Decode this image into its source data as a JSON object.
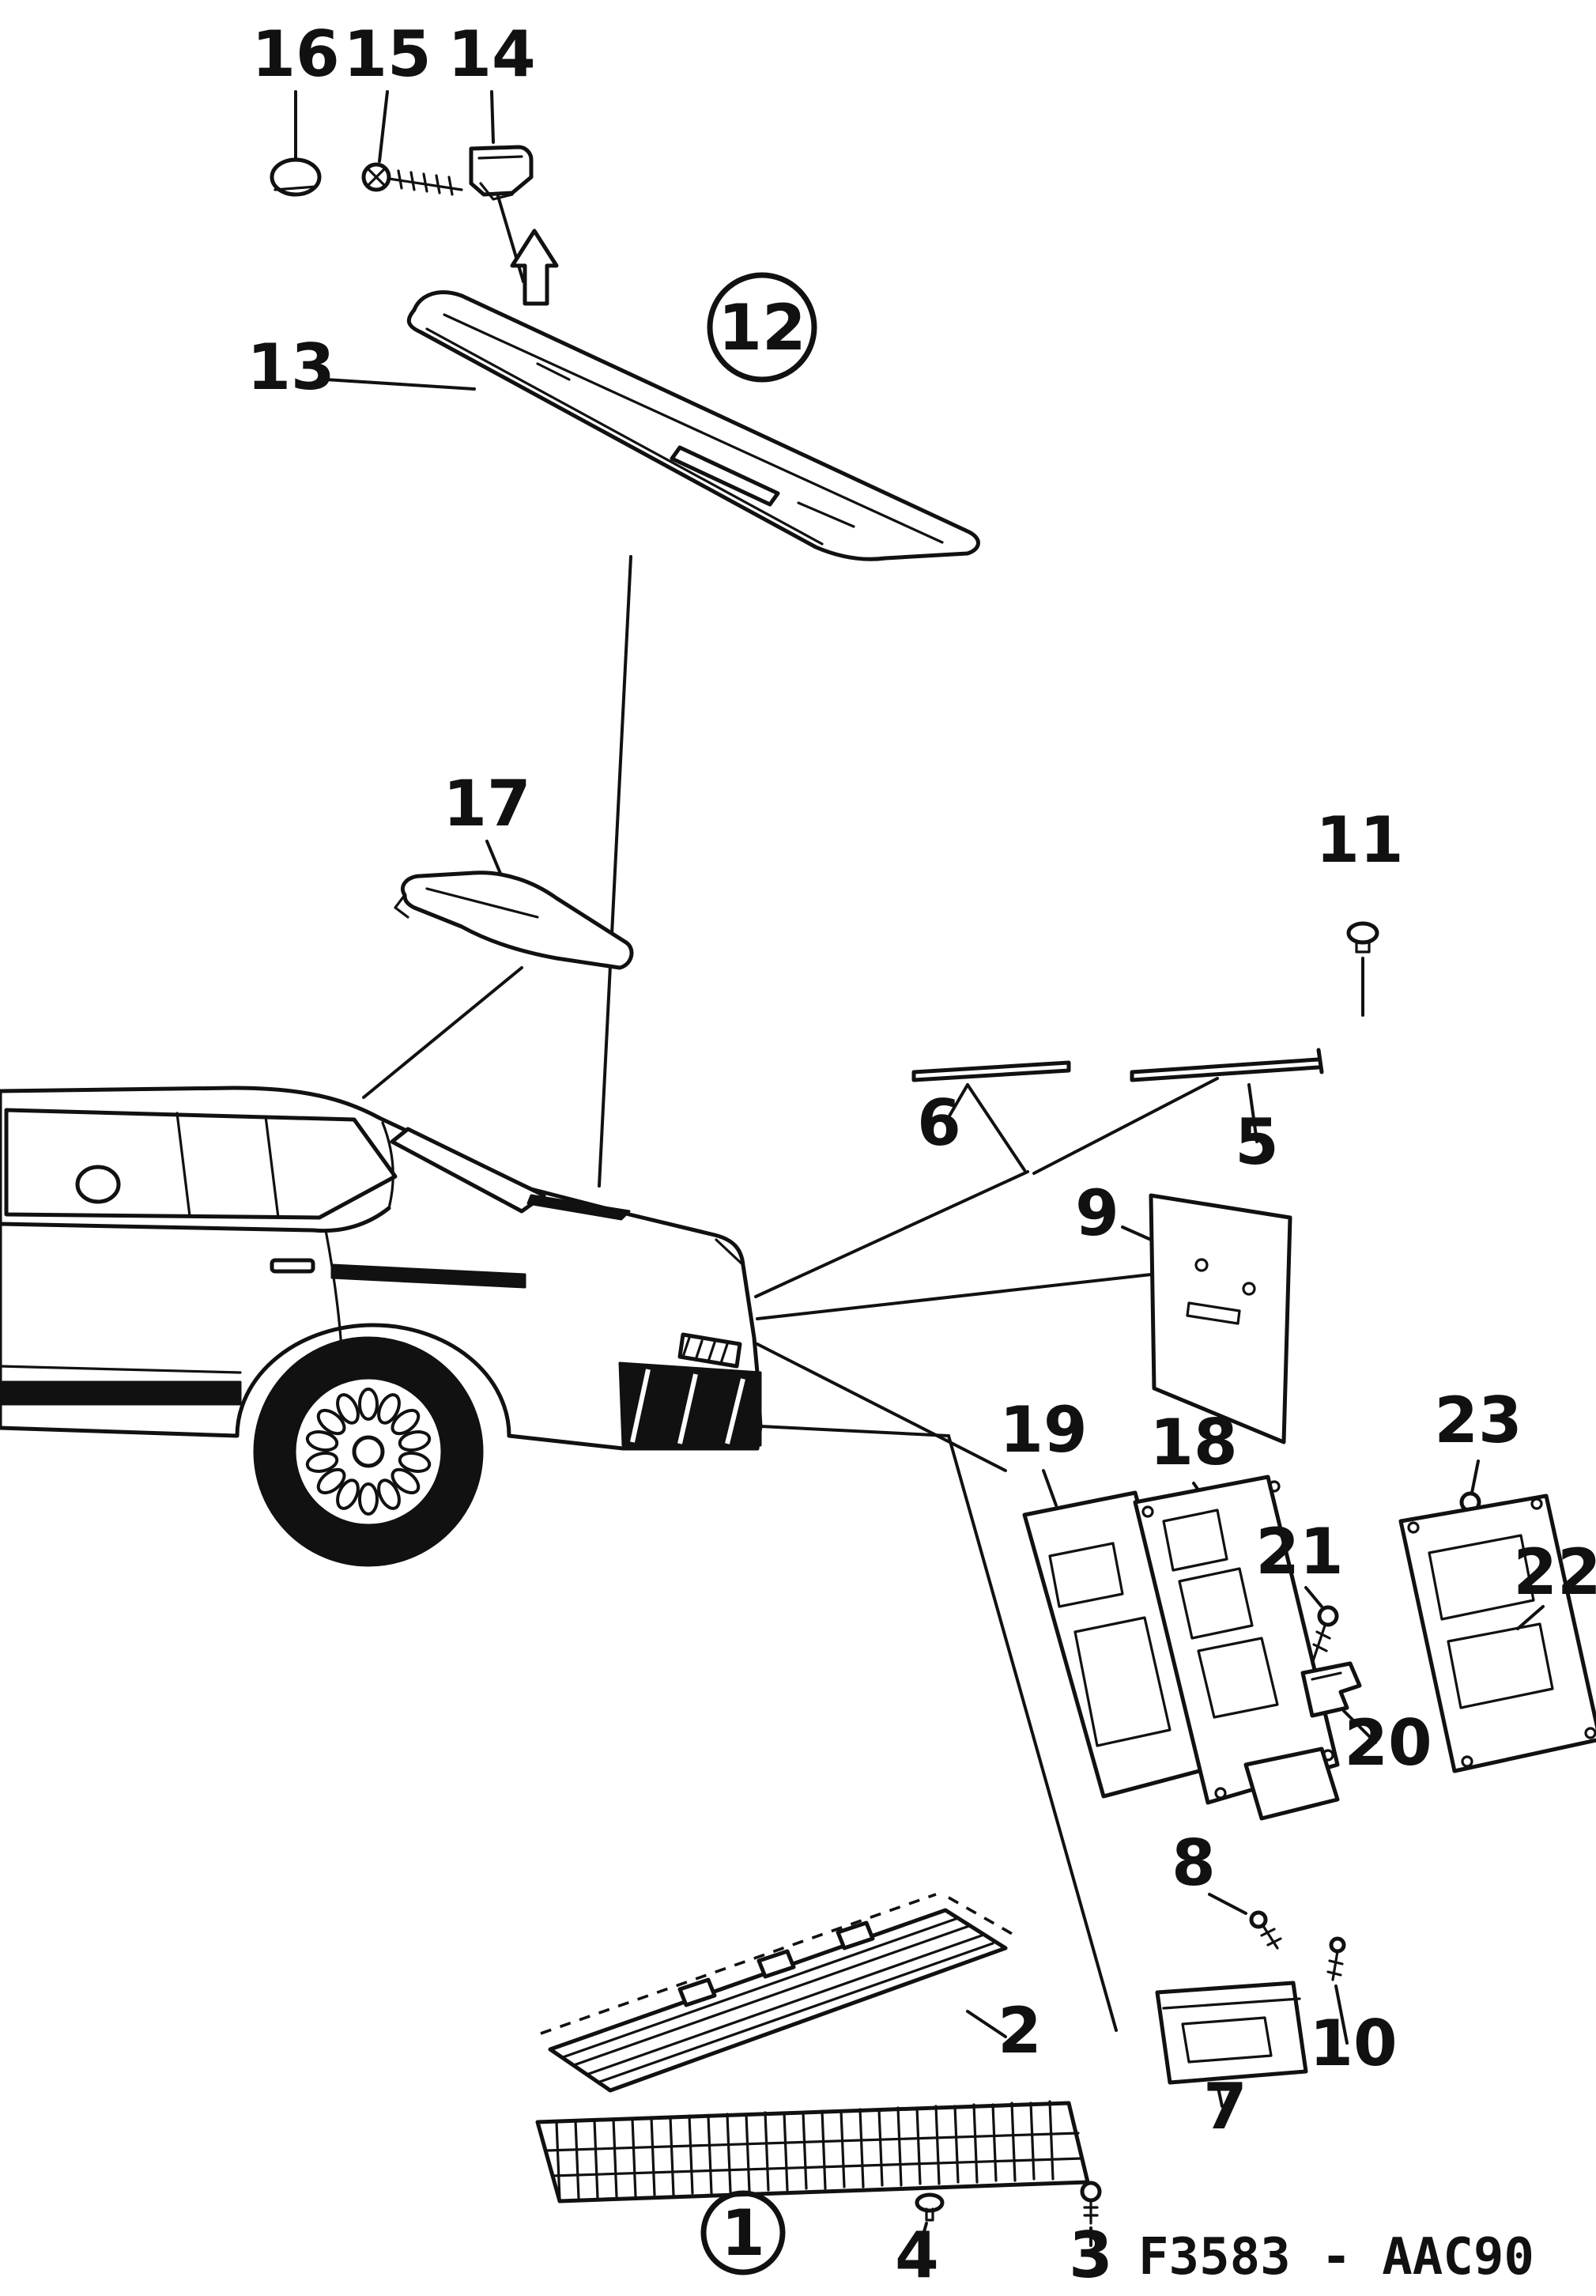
{
  "figure": {
    "code": "F3583 - AAC90"
  },
  "colors": {
    "ink": "#111111",
    "paper": "#ffffff"
  },
  "callouts": {
    "n1": "1",
    "n2": "2",
    "n3": "3",
    "n4": "4",
    "n5": "5",
    "n6": "6",
    "n7": "7",
    "n8": "8",
    "n9": "9",
    "n10": "10",
    "n11": "11",
    "n12": "12",
    "n13": "13",
    "n14": "14",
    "n15": "15",
    "n16": "16",
    "n17": "17",
    "n18": "18",
    "n19": "19",
    "n20": "20",
    "n21": "21",
    "n22": "22",
    "n23": "23"
  }
}
